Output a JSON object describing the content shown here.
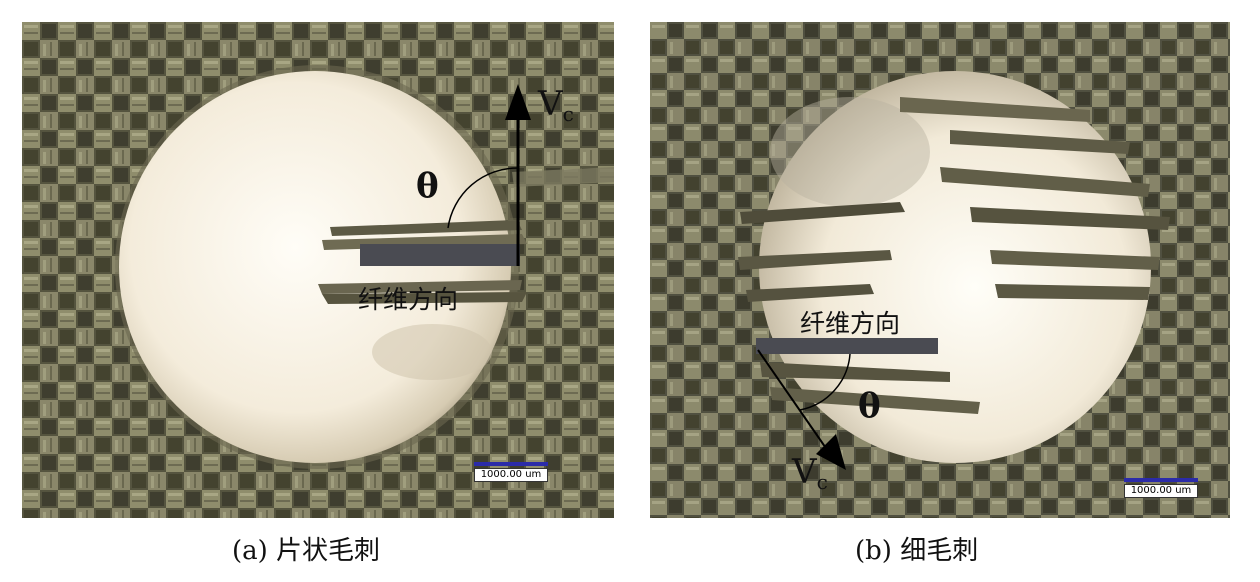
{
  "panels": [
    {
      "fiber_label": "纤维方向",
      "theta_label": "θ",
      "velocity_label": "V",
      "velocity_sub": "c",
      "scale_label": "1000.00 um",
      "caption": "(a) 片状毛刺"
    },
    {
      "fiber_label": "纤维方向",
      "theta_label": "θ",
      "velocity_label": "V",
      "velocity_sub": "c",
      "scale_label": "1000.00 um",
      "caption": "(b) 细毛刺"
    }
  ],
  "colors": {
    "weave_dark": "#4a4a38",
    "weave_light": "#9a9a78",
    "hole_bright": "#fbf6ec",
    "hole_edge": "#bdb29a",
    "fiber_bar": "#4a4b52",
    "scale_bar": "#2b2ba8"
  },
  "icons": [
    "velocity-arrow-icon",
    "angle-arc-icon"
  ]
}
